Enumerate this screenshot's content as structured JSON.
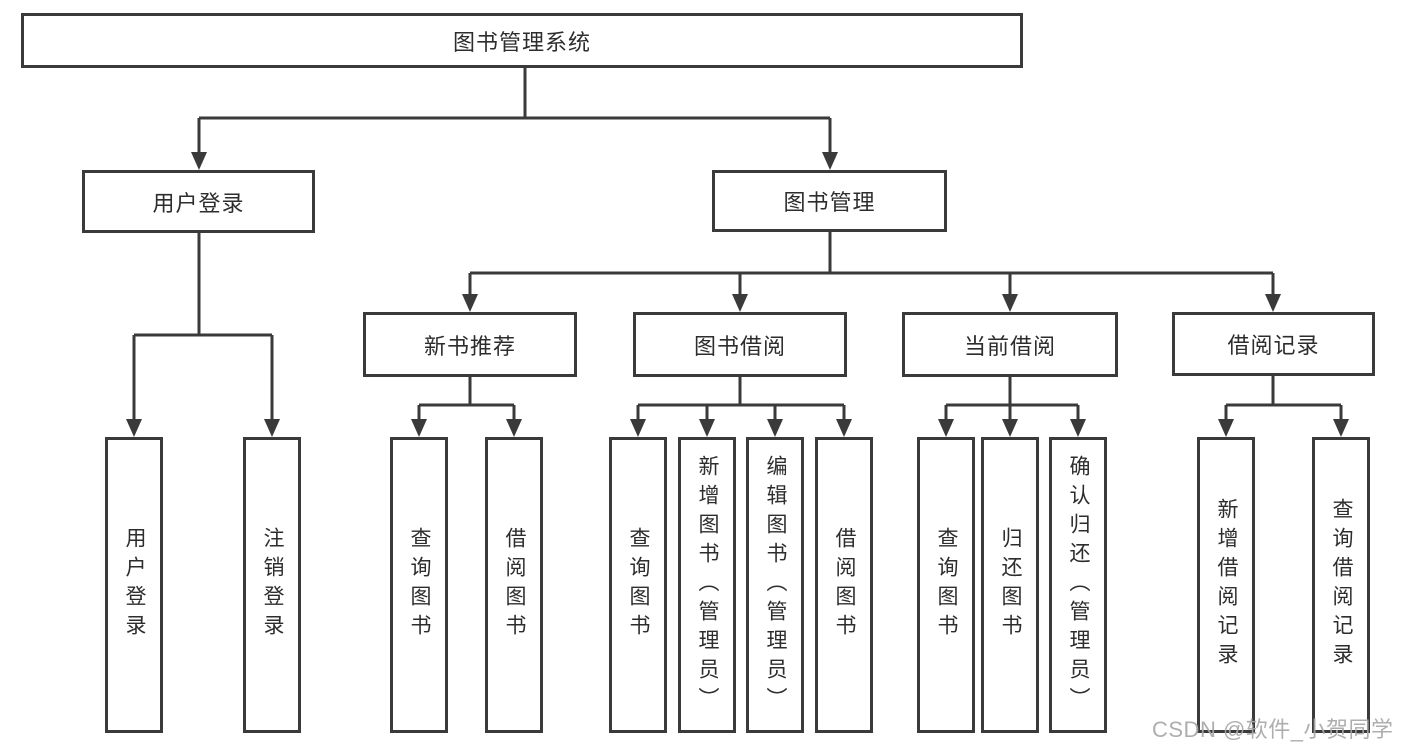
{
  "diagram": {
    "root": {
      "label": "图书管理系统"
    },
    "branches": [
      {
        "label": "用户登录",
        "children": [
          {
            "label": "用户登录"
          },
          {
            "label": "注销登录"
          }
        ]
      },
      {
        "label": "图书管理",
        "children": [
          {
            "label": "新书推荐",
            "children": [
              {
                "label": "查询图书"
              },
              {
                "label": "借阅图书"
              }
            ]
          },
          {
            "label": "图书借阅",
            "children": [
              {
                "label": "查询图书"
              },
              {
                "label": "新增图书（管理员）"
              },
              {
                "label": "编辑图书（管理员）"
              },
              {
                "label": "借阅图书"
              }
            ]
          },
          {
            "label": "当前借阅",
            "children": [
              {
                "label": "查询图书"
              },
              {
                "label": "归还图书"
              },
              {
                "label": "确认归还（管理员）"
              }
            ]
          },
          {
            "label": "借阅记录",
            "children": [
              {
                "label": "新增借阅记录"
              },
              {
                "label": "查询借阅记录"
              }
            ]
          }
        ]
      }
    ]
  },
  "watermark": {
    "text": "CSDN @软件_小贺同学"
  },
  "colors": {
    "line": "#3a3a3a",
    "box_border": "#3a3a3a",
    "box_fill": "#ffffff",
    "text": "#2d2d2d",
    "watermark": "#a8a8a8"
  }
}
